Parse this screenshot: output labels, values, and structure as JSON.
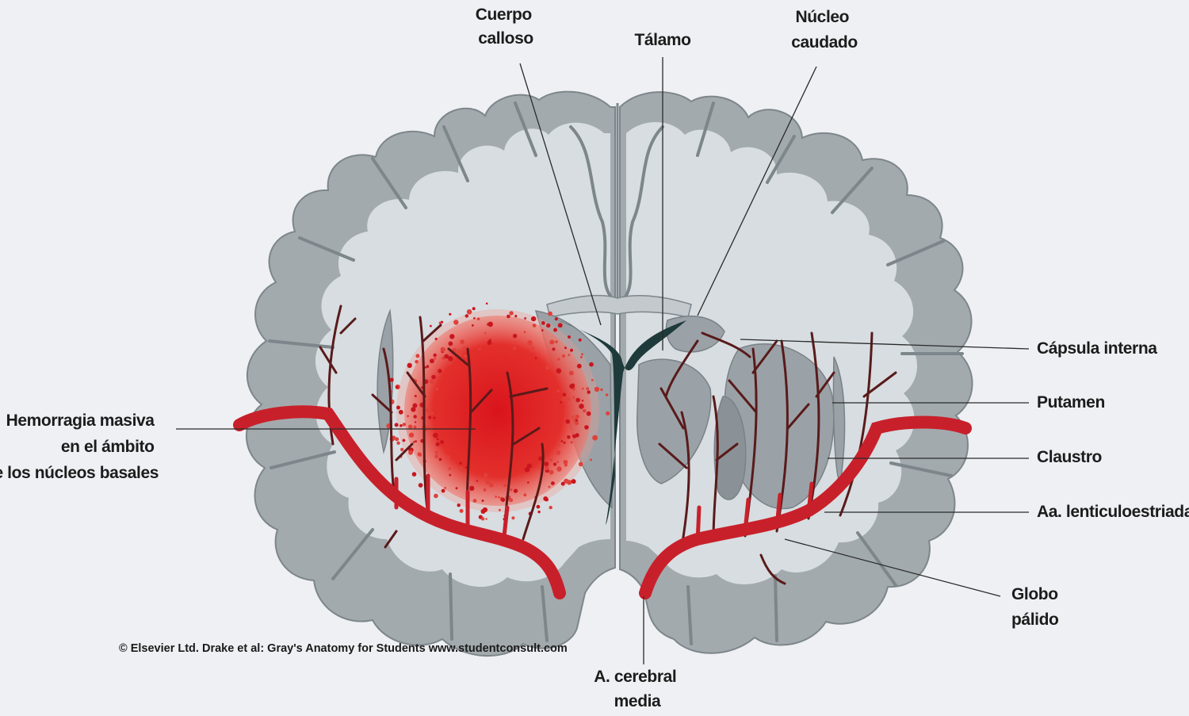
{
  "labels": {
    "corpus_callosum": [
      "Cuerpo",
      "calloso"
    ],
    "thalamus": [
      "Tálamo"
    ],
    "caudate_nucleus": [
      "Núcleo",
      "caudado"
    ],
    "internal_capsule": [
      "Cápsula interna"
    ],
    "putamen": [
      "Putamen"
    ],
    "claustrum": [
      "Claustro"
    ],
    "lenticulostriate_arteries": [
      "Aa. lenticuloestriadas"
    ],
    "globus_pallidus": [
      "Globo",
      "pálido"
    ],
    "middle_cerebral_artery": [
      "A. cerebral",
      "media"
    ],
    "hemorrhage": [
      "Hemorragia masiva",
      "en el ámbito",
      "de los núcleos basales"
    ]
  },
  "credit": "© Elsevier Ltd. Drake et al: Gray's Anatomy for Students www.studentconsult.com",
  "colors": {
    "background": "#eef0f3",
    "cortex": "#a3aaae",
    "white_matter": "#d7dde1",
    "deep_nuclei": "#9aa2a7",
    "ventricle": "#1f3a3a",
    "artery": "#c8202a",
    "hemorrhage": "#e32a2a",
    "small_vessels": "#5a1a1a"
  }
}
